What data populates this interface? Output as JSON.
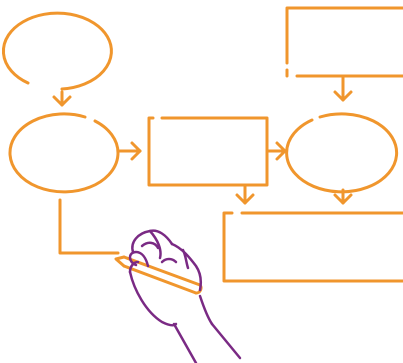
{
  "colors": {
    "primary": "#F0962D",
    "hand": "#7A2A84",
    "background": "#FFFFFF"
  },
  "diagram": {
    "type": "flowchart",
    "nodes": [
      {
        "id": "oval-top-left",
        "shape": "ellipse"
      },
      {
        "id": "oval-middle-left",
        "shape": "ellipse"
      },
      {
        "id": "rect-middle-center",
        "shape": "rectangle"
      },
      {
        "id": "oval-middle-right",
        "shape": "ellipse"
      },
      {
        "id": "rect-top-right",
        "shape": "rectangle"
      },
      {
        "id": "rect-bottom-right",
        "shape": "rectangle"
      }
    ],
    "connectors": [
      {
        "from": "oval-top-left",
        "to": "oval-middle-left"
      },
      {
        "from": "oval-middle-left",
        "to": "rect-middle-center"
      },
      {
        "from": "rect-middle-center",
        "to": "oval-middle-right"
      },
      {
        "from": "rect-top-right",
        "to": "oval-middle-right"
      },
      {
        "from": "rect-middle-center",
        "to": "rect-bottom-right"
      },
      {
        "from": "oval-middle-right",
        "to": "rect-bottom-right"
      },
      {
        "from": "oval-middle-left",
        "to": "marker-tip"
      }
    ],
    "illustration": "hand-holding-marker-icon"
  }
}
